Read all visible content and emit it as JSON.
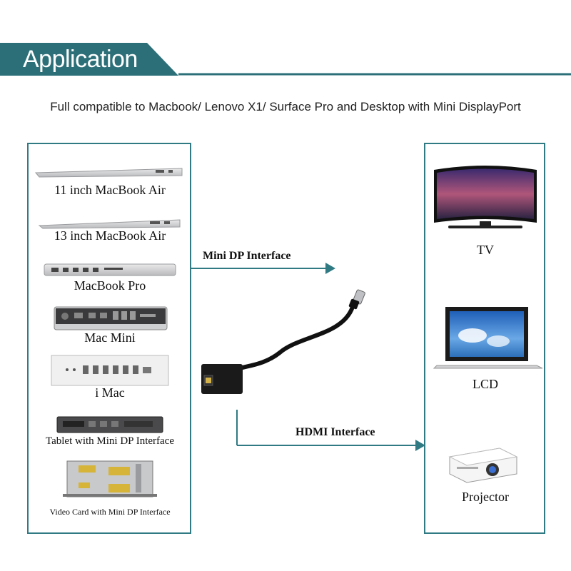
{
  "header": {
    "title": "Application",
    "subtitle": "Full compatible to Macbook/ Lenovo X1/ Surface Pro and Desktop with Mini DisplayPort",
    "banner_color": "#2c6f78",
    "accent_color": "#2f7a83"
  },
  "source_devices": [
    {
      "label": "11 inch MacBook Air"
    },
    {
      "label": "13 inch MacBook Air"
    },
    {
      "label": "MacBook Pro"
    },
    {
      "label": "Mac Mini"
    },
    {
      "label": "i Mac"
    },
    {
      "label": "Tablet with Mini DP Interface"
    },
    {
      "label": "Video Card with Mini DP Interface"
    }
  ],
  "connectors": {
    "input_label": "Mini DP Interface",
    "output_label": "HDMI Interface"
  },
  "target_devices": [
    {
      "label": "TV"
    },
    {
      "label": "LCD"
    },
    {
      "label": "Projector"
    }
  ]
}
